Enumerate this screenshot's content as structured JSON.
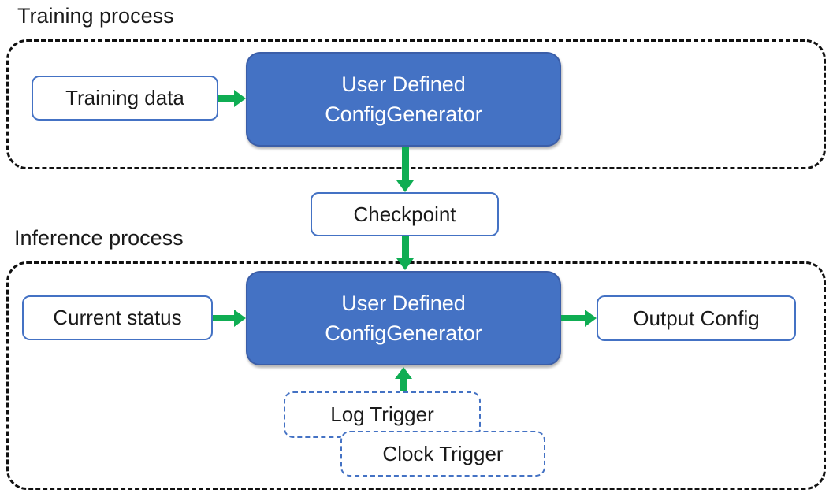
{
  "colors": {
    "generator_fill": "#4472C4",
    "generator_border": "#3B5EA8",
    "light_box_border": "#4472C4",
    "arrow_green": "#0FAD53",
    "container_dash": "#111111",
    "text_dark": "#1A1A1A",
    "text_light": "#FFFFFF"
  },
  "training": {
    "section_label": "Training process",
    "input_label": "Training data",
    "generator": {
      "line1": "User Defined",
      "line2": "ConfigGenerator"
    }
  },
  "checkpoint": {
    "label": "Checkpoint"
  },
  "inference": {
    "section_label": "Inference process",
    "input_label": "Current status",
    "generator": {
      "line1": "User Defined",
      "line2": "ConfigGenerator"
    },
    "output_label": "Output Config",
    "log_trigger_label": "Log Trigger",
    "clock_trigger_label": "Clock Trigger"
  }
}
